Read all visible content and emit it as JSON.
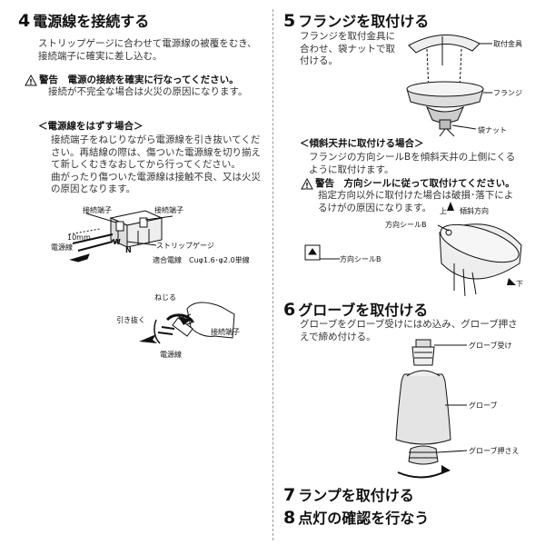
{
  "left": {
    "step4": {
      "num": "4",
      "title": "電源線を接続する",
      "text": [
        "ストリップゲージに合わせて電源線の被覆をむき、",
        "接続端子に確実に差し込む。"
      ],
      "warning_title": "警告　電源の接続を確実に行なってください。",
      "warning_text": "接続が不完全な場合は火災の原因になります。"
    },
    "remove": {
      "title": "＜電源線をはずす場合＞",
      "text": [
        "接続端子をねじりながら電源線を引き抜いてくだ",
        "さい。再結線の際は、傷ついた電源線を切り揃え",
        "て新しくむきなおしてから行ってください。",
        "曲がったり傷ついた電源線は接触不良、又は火災",
        "の原因となります。"
      ]
    },
    "diagram1": {
      "terminal_left": "接続端子",
      "terminal_right": "接続端子",
      "length": "10mm",
      "wire": "電源線",
      "mark_w": "W",
      "mark_n": "N",
      "gauge": "ストリップゲージ",
      "spec": "適合電線　Cuφ1.6･φ2.0単線"
    },
    "diagram2": {
      "twist": "ねじる",
      "pull": "引き抜く",
      "terminal": "接続端子",
      "wire": "電源線"
    }
  },
  "right": {
    "step5": {
      "num": "5",
      "title": "フランジを取付ける",
      "text": [
        "フランジを取付金具に",
        "合わせ、袋ナットで取",
        "付ける。"
      ],
      "labels": {
        "bracket": "取付金具",
        "flange": "フランジ",
        "nut": "袋ナット"
      }
    },
    "slope": {
      "title": "＜傾斜天井に取付ける場合＞",
      "text": [
        "フランジの方向シールBを傾斜天井の上側にくる",
        "ように取付けます。"
      ],
      "warning_title": "警告　方向シールに従って取付けてください。",
      "warning_text": [
        "指定方向以外に取付けた場合は破損･落下によ",
        "るけがの原因になります。"
      ],
      "labels": {
        "up": "上",
        "dir": "傾斜方向",
        "seal_b": "方向シールB",
        "seal_b2": "方向シールB",
        "down": "下"
      }
    },
    "step6": {
      "num": "6",
      "title": "グローブを取付ける",
      "text": [
        "グローブをグローブ受けにはめ込み、グローブ押さ",
        "えで締め付ける。"
      ],
      "labels": {
        "holder": "グローブ受け",
        "globe": "グローブ",
        "presser": "グローブ押さえ"
      }
    },
    "step7": {
      "num": "7",
      "title": "ランプを取付ける"
    },
    "step8": {
      "num": "8",
      "title": "点灯の確認を行なう"
    }
  }
}
